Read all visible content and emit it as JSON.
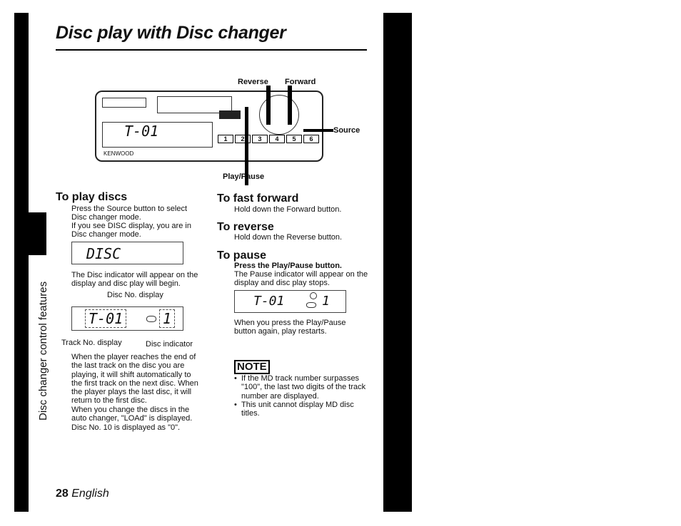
{
  "title": "Disc play with Disc changer",
  "side_label": "Disc changer control features",
  "device": {
    "labels": {
      "reverse": "Reverse",
      "forward": "Forward",
      "source": "Source",
      "play_pause": "Play/Pause"
    },
    "brand": "KENWOOD",
    "lcd": "T-01",
    "presets": [
      "1",
      "2",
      "3",
      "4",
      "5",
      "6"
    ]
  },
  "play": {
    "heading": "To play discs",
    "p1": "Press the Source button to select",
    "p1b": "Disc changer mode.",
    "p2": "If you see DISC display, you are in Disc changer mode.",
    "lcd1": "DISC",
    "p3": "The Disc indicator will appear on the display and disc play will begin.",
    "disc_no_label": "Disc No. display",
    "lcd2_track": "T-01",
    "lcd2_disc": "1",
    "track_label": "Track No. display",
    "disc_ind_label": "Disc indicator",
    "p4": "When the player reaches the end of the last track on the disc you are playing, it will shift automatically to the first track on the next disc.  When the player plays the last disc, it will return to the first disc.",
    "p5": "When you change the discs in the auto changer, \"LOAd\" is displayed. Disc No. 10 is displayed as \"0\"."
  },
  "ff": {
    "heading": "To fast forward",
    "text": "Hold down the Forward button."
  },
  "rev": {
    "heading": "To reverse",
    "text": "Hold down the Reverse button."
  },
  "pause": {
    "heading": "To pause",
    "p1": "Press the Play/Pause button.",
    "p2": "The Pause indicator will appear on the display and disc play stops.",
    "lcd_track": "T-01",
    "lcd_disc": "1",
    "p3": "When you press the Play/Pause button again, play restarts."
  },
  "note": {
    "label": "NOTE",
    "items": [
      "If the MD track number surpasses \"100\", the last two digits of the track number are displayed.",
      "This unit cannot display MD disc titles."
    ]
  },
  "footer": {
    "page": "28",
    "lang": "English"
  }
}
